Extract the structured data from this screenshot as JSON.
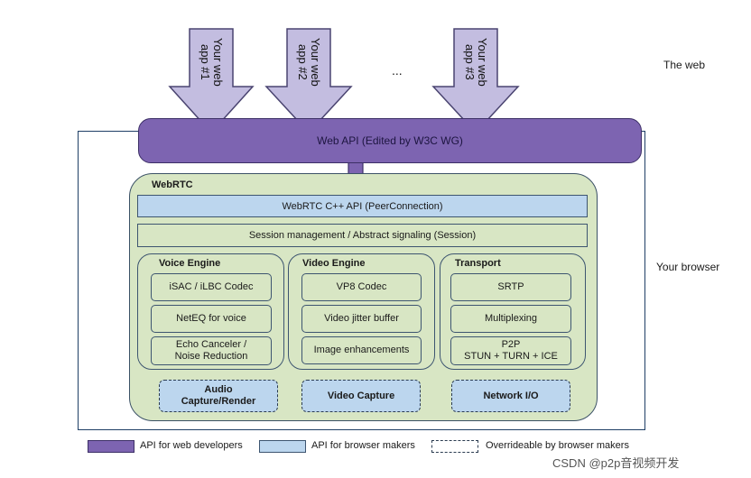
{
  "layers": {
    "web": "The web",
    "browser": "Your browser"
  },
  "apps": [
    {
      "line1": "Your web",
      "line2": "app #1"
    },
    {
      "line1": "Your web",
      "line2": "app #2"
    },
    {
      "line1": "Your web",
      "line2": "app #3"
    }
  ],
  "ellipsis": "...",
  "web_api": "Web API (Edited by W3C WG)",
  "webrtc": {
    "title": "WebRTC",
    "cpp_api": "WebRTC C++ API (PeerConnection)",
    "session": "Session management / Abstract signaling (Session)",
    "voice": {
      "title": "Voice Engine",
      "items": [
        "iSAC / iLBC Codec",
        "NetEQ for voice",
        "Echo Canceler /",
        "Noise Reduction"
      ]
    },
    "video": {
      "title": "Video Engine",
      "items": [
        "VP8 Codec",
        "Video jitter buffer",
        "Image enhancements"
      ]
    },
    "transport": {
      "title": "Transport",
      "items": [
        "SRTP",
        "Multiplexing",
        "P2P",
        "STUN + TURN + ICE"
      ]
    },
    "io": {
      "audio_l1": "Audio",
      "audio_l2": "Capture/Render",
      "video": "Video Capture",
      "network": "Network I/O"
    }
  },
  "legend": {
    "web_devs": "API for web developers",
    "browser_makers": "API for browser makers",
    "overrideable": "Overrideable by browser makers"
  },
  "watermark": "CSDN @p2p音视频开发",
  "colors": {
    "web_api": "#7d64b1",
    "browser_api": "#bcd6ee",
    "webrtc_bg": "#d8e6c4",
    "border": "#3d5570"
  }
}
